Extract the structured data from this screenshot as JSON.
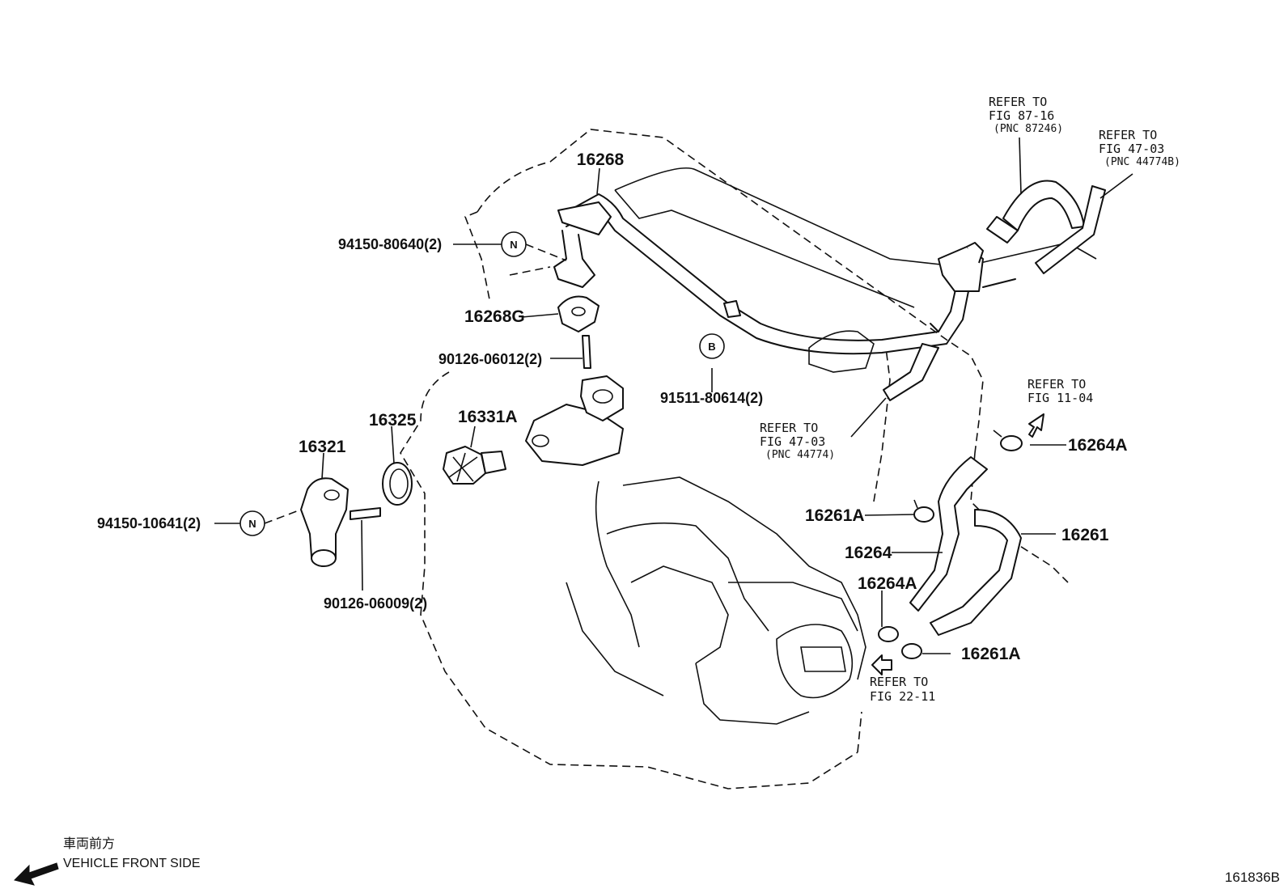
{
  "labels": {
    "p16268": "16268",
    "p94150_80640": "94150-80640(2)",
    "p16268g": "16268G",
    "p90126_06012": "90126-06012(2)",
    "p91511_80614": "91511-80614(2)",
    "p16325": "16325",
    "p16331a": "16331A",
    "p16321": "16321",
    "p94150_10641": "94150-10641(2)",
    "p90126_06009": "90126-06009(2)",
    "p16264a_top": "16264A",
    "p16261a_top": "16261A",
    "p16264": "16264",
    "p16261": "16261",
    "p16264a_bottom": "16264A",
    "p16261a_bottom": "16261A"
  },
  "callouts": {
    "n": "N",
    "b": "B"
  },
  "references": {
    "ref_87_16": {
      "line1": "REFER TO",
      "line2": "FIG 87-16",
      "line3": "(PNC 87246)"
    },
    "ref_47_03_top": {
      "line1": "REFER TO",
      "line2": "FIG 47-03",
      "line3": "(PNC 44774B)"
    },
    "ref_47_03_mid": {
      "line1": "REFER TO",
      "line2": "FIG 47-03",
      "line3": "(PNC 44774)"
    },
    "ref_11_04": {
      "line1": "REFER TO",
      "line2": "FIG 11-04"
    },
    "ref_22_11": {
      "line1": "REFER TO",
      "line2": "FIG 22-11"
    }
  },
  "direction": {
    "japanese": "車両前方",
    "english": "VEHICLE FRONT SIDE"
  },
  "figure_id": "161836B"
}
